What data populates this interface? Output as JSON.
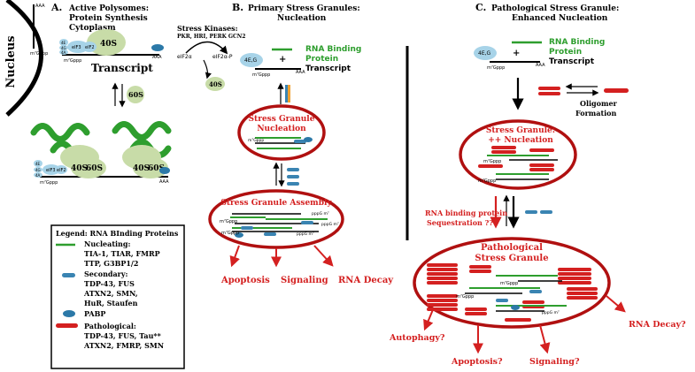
{
  "panel_a": {
    "letter": "A.",
    "title1": "Active Polysomes:",
    "title2": "Protein Synthesis",
    "cytoplasm": "Cytoplasm",
    "nucleus": "Nucleus",
    "transcript": "Transcript",
    "cap": "m⁷Gppp",
    "polya": "AAA",
    "ribo_40s": "40S",
    "ribo_60s": "60S",
    "eif4e": "4E",
    "eif4g": "4G",
    "eif4a": "4A",
    "eif3": "eIF3",
    "eif2": "eIF2",
    "kinases_title": "Stress Kinases:",
    "kinases_list": "PKR, HRI, PERK GCN2",
    "eif2a": "eIF2α",
    "eif2ap": "eIF2α-P"
  },
  "panel_b": {
    "letter": "B.",
    "title1": "Primary Stress Granules:",
    "title2": "Nucleation",
    "eif4eg": "4E,G",
    "plus": "+",
    "rbp1": "RNA Binding",
    "rbp2": "Protein",
    "transcript": "Transcript",
    "nucleation1": "Stress Granule",
    "nucleation2": "Nucleation",
    "assembly": "Stress Granule Assembly",
    "cap": "m⁷Gppp",
    "polya": "AAA",
    "pppg": "pppG m⁷",
    "outcomes": [
      "Apoptosis",
      "Signaling",
      "RNA Decay"
    ]
  },
  "panel_c": {
    "letter": "C.",
    "title1": "Pathological Stress Granule:",
    "title2": "Enhanced Nucleation",
    "eif4eg": "4E,G",
    "plus": "+",
    "rbp1": "RNA Binding",
    "rbp2": "Protein",
    "transcript": "Transcript",
    "oligomer1": "Oligomer",
    "oligomer2": "Formation",
    "sg1": "Stress Granule:",
    "sg2": "++ Nucleation",
    "sequestration1": "RNA binding protein",
    "sequestration2": "Sequestration ??",
    "path1": "Pathological",
    "path2": "Stress Granule",
    "cap": "m⁷Gppp",
    "polya": "AAA",
    "pppg": "pppG m⁷",
    "outcomes": [
      "Autophagy?",
      "Apoptosis?",
      "Signaling?",
      "RNA Decay?"
    ]
  },
  "legend": {
    "title": "Legend: RNA BInding Proteins",
    "nucleating_label": "Nucleating:",
    "nucleating_1": "TIA-1, TIAR, FMRP",
    "nucleating_2": "TTP, G3BP1/2",
    "secondary_label": "Secondary:",
    "secondary_1": "TDP-43, FUS",
    "secondary_2": "ATXN2, SMN,",
    "secondary_3": "HuR, Staufen",
    "pabp_label": "PABP",
    "pathological_label": "Pathological:",
    "pathological_1": "TDP-43, FUS, Tau**",
    "pathological_2": "ATXN2, FMRP, SMN"
  },
  "colors": {
    "green": "#2e9e2e",
    "blue": "#3a84b2",
    "red": "#d42020",
    "dark_red": "#b01010",
    "ribosome": "#c8dca8",
    "eif": "#a7d3e8"
  }
}
